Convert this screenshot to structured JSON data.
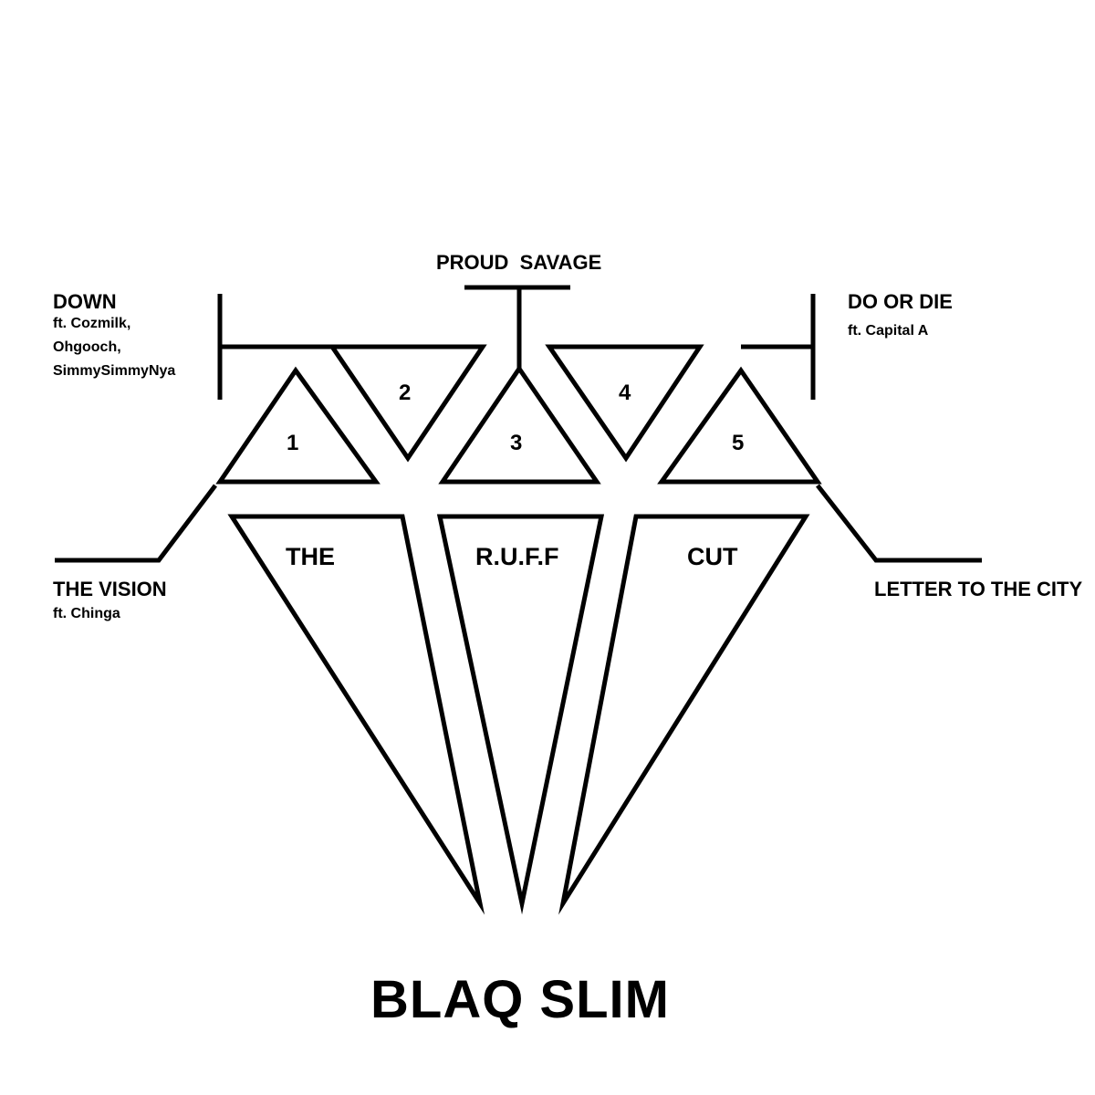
{
  "tracks": {
    "t1": {
      "number": "1",
      "title": "THE VISION",
      "featuring": "ft. Chinga"
    },
    "t2": {
      "number": "2",
      "title": "DOWN",
      "featuring": [
        "ft. Cozmilk,",
        "Ohgooch,",
        "SimmySimmyNya"
      ]
    },
    "t3": {
      "number": "3",
      "title": "PROUD  SAVAGE"
    },
    "t4": {
      "number": "4",
      "title": "DO OR DIE",
      "featuring": "ft. Capital A"
    },
    "t5": {
      "number": "5",
      "title": "LETTER TO THE CITY"
    }
  },
  "album_title": {
    "word1": "THE",
    "word2": "R.U.F.F",
    "word3": "CUT"
  },
  "artist": "BLAQ SLIM",
  "colors": {
    "ink": "#000000",
    "background": "#ffffff"
  }
}
